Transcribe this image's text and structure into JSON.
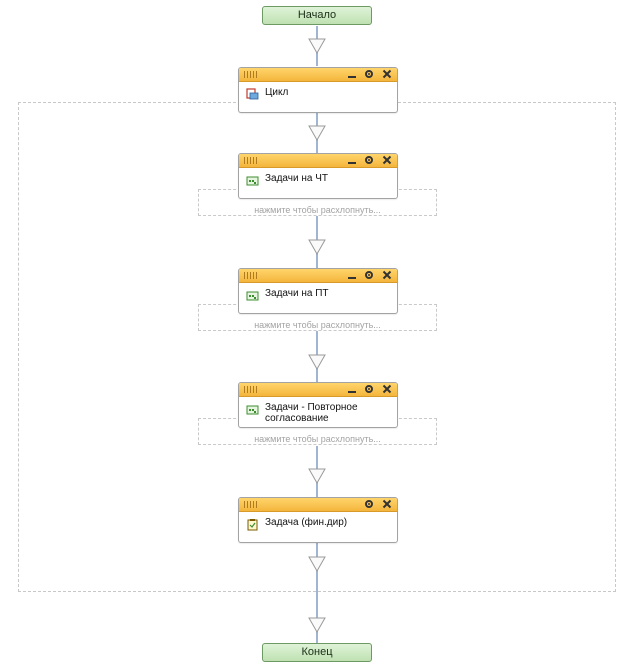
{
  "start": {
    "label": "Начало"
  },
  "end": {
    "label": "Конец"
  },
  "collapse_hint": "нажмите чтобы расхлопнуть...",
  "nodes": [
    {
      "label": "Цикл",
      "icon": "loop-icon"
    },
    {
      "label": "Задачи на ЧТ",
      "icon": "task-group-icon"
    },
    {
      "label": "Задачи на ПТ",
      "icon": "task-group-icon"
    },
    {
      "label": "Задачи - Повторное согласование",
      "icon": "task-group-icon"
    },
    {
      "label": "Задача (фин.дир)",
      "icon": "task-clipboard-icon"
    }
  ],
  "colors": {
    "header": "#f4b53c",
    "terminal": "#bfe1b2",
    "connector": "#9fb5d1"
  }
}
